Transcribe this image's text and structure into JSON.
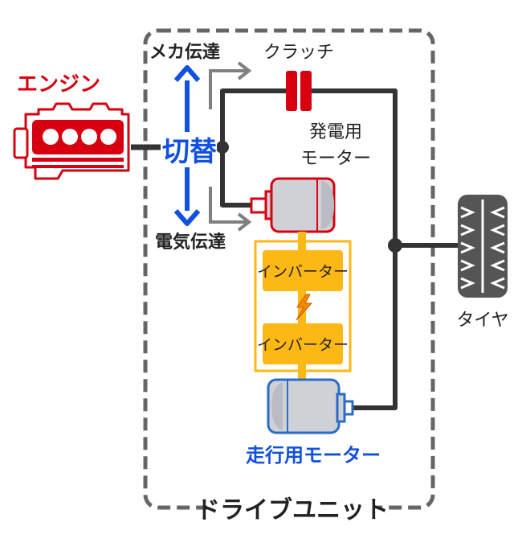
{
  "labels": {
    "engine": "エンジン",
    "mechanical": "メカ伝達",
    "clutch": "クラッチ",
    "switch": "切替",
    "generator_line1": "発電用",
    "generator_line2": "モーター",
    "electrical": "電気伝達",
    "inverter_top": "インバーター",
    "inverter_bottom": "インバーター",
    "tire": "タイヤ",
    "drive_motor": "走行用モーター",
    "drive_unit": "ドライブユニット"
  },
  "colors": {
    "engine": "#d7000f",
    "accent_blue": "#1150e0",
    "motor_blue": "#2b6cc4",
    "inverter_fill": "#fcb814",
    "inverter_border": "#fcb814",
    "dark_line": "#333333",
    "arrow_gray": "#7f7f7f",
    "frame_gray": "#666666",
    "motor_body": "#cfd1d6"
  },
  "icons": [
    "engine-icon",
    "clutch-icon",
    "generator-motor-icon",
    "lightning-icon",
    "drive-motor-icon",
    "tire-icon",
    "double-arrow-icon"
  ]
}
